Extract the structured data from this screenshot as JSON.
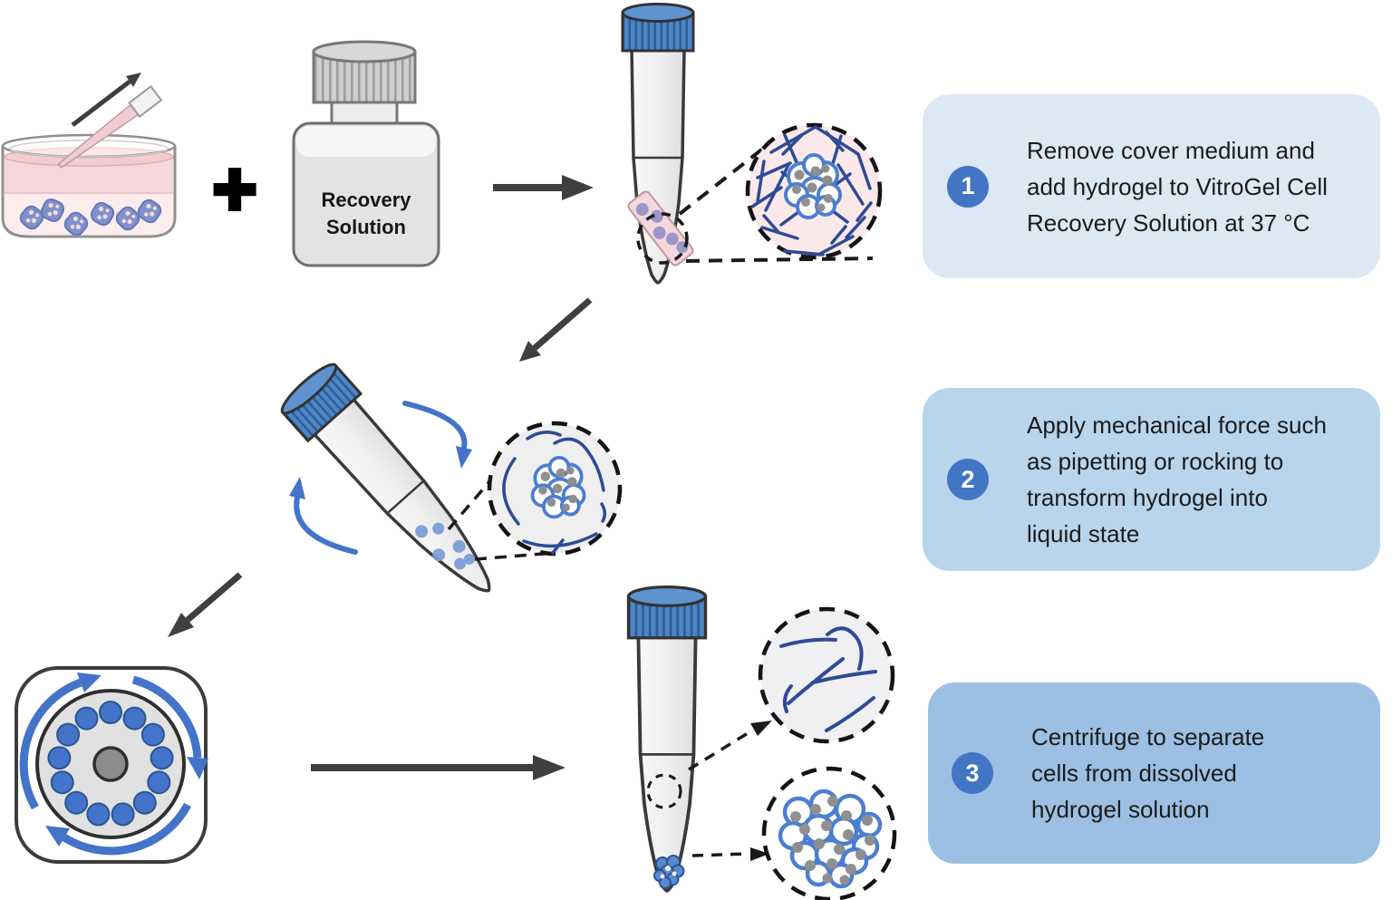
{
  "plus_sign": "+",
  "bottle": {
    "label_line1": "Recovery",
    "label_line2": "Solution"
  },
  "steps": [
    {
      "number": "1",
      "lines": [
        "Remove cover medium and",
        "add hydrogel to VitroGel Cell",
        "Recovery Solution at 37 °C"
      ]
    },
    {
      "number": "2",
      "lines": [
        "Apply mechanical force such",
        "as pipetting or rocking to",
        "transform hydrogel into",
        "liquid state"
      ]
    },
    {
      "number": "3",
      "lines": [
        "Centrifuge to separate",
        "cells from dissolved",
        "hydrogel solution"
      ]
    }
  ],
  "icons": {
    "plus": "+",
    "right_arrow": "→",
    "diagonal_arrow": "↘",
    "rotation_arrows": "↻",
    "petri_dish": "petri-dish-icon",
    "pipette": "pipette-icon",
    "recovery_bottle": "bottle-icon",
    "centrifuge_tube": "tube-icon",
    "centrifuge": "centrifuge-icon"
  },
  "colors": {
    "step1_box": "#dce8f4",
    "step2_box": "#b9d5ec",
    "step3_box": "#9cc0e3",
    "badge_blue": "#4276c4",
    "accent_blue": "#4374c9",
    "navy_fiber": "#2e4b97",
    "cell_outline": "#4b7ed1",
    "nucleus_gray": "#8f8f8f",
    "tube_cap_blue": "#4d86c6",
    "medium_pink": "#f6d7db",
    "gel_zoom_pink": "#fbe9ea",
    "liquid_zoom_gray": "#efeff0",
    "arrow_dark": "#3f3f3f"
  }
}
